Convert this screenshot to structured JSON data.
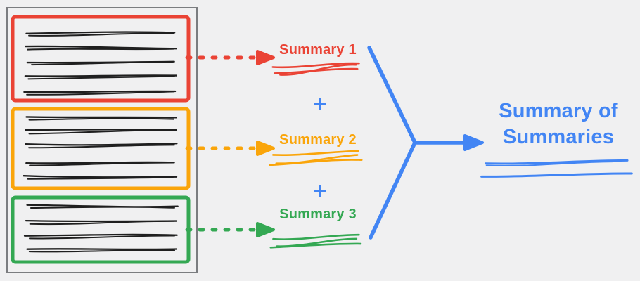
{
  "palette": {
    "red": "#EA4335",
    "orange": "#FAA50A",
    "green": "#34A853",
    "blue": "#4285F4",
    "ink": "#1F1F1F",
    "frame": "#7B7D80",
    "background": "#F0F0F1"
  },
  "document": {
    "sections": [
      {
        "name": "section-1",
        "color_key": "red",
        "text_lines": 5
      },
      {
        "name": "section-2",
        "color_key": "orange",
        "text_lines": 5
      },
      {
        "name": "section-3",
        "color_key": "green",
        "text_lines": 4
      }
    ]
  },
  "labels": {
    "summary1": "Summary 1",
    "summary2": "Summary 2",
    "summary3": "Summary 3",
    "plus": "+",
    "final": "Summary of Summaries"
  },
  "icons": {
    "red_arrow": "dashed-arrow-right",
    "orange_arrow": "dashed-arrow-right",
    "green_arrow": "dashed-arrow-right",
    "merge_arrow": "merge-fork-arrow-right"
  }
}
